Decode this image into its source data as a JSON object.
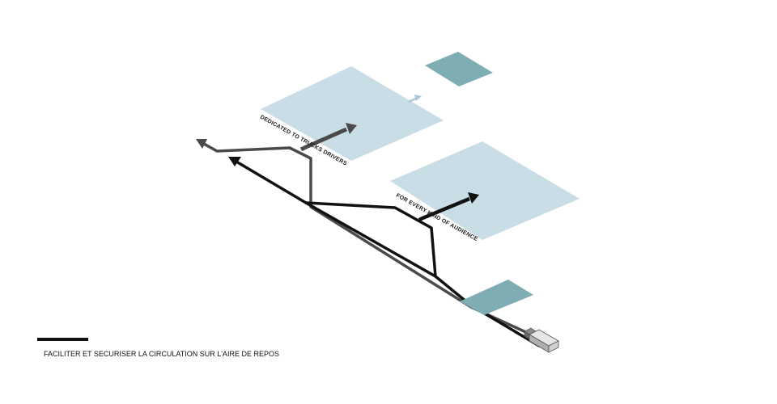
{
  "zones": {
    "truck_drivers": {
      "label": "DEDICATED TO TRUCKS DRIVERS"
    },
    "audience": {
      "label": "FOR EVERY KIND OF AUDIENCE"
    },
    "entrance": {
      "label": ""
    }
  },
  "legend": {
    "label": "FACILITER ET SECURISER LA CIRCULATION SUR L'AIRE DE REPOS"
  },
  "colors": {
    "zone_light": "#c9dde6",
    "zone_teal": "#7fadb4",
    "path_black": "#111111",
    "path_grey": "#4a4a4a",
    "arrow_light": "#a9c8d4"
  }
}
